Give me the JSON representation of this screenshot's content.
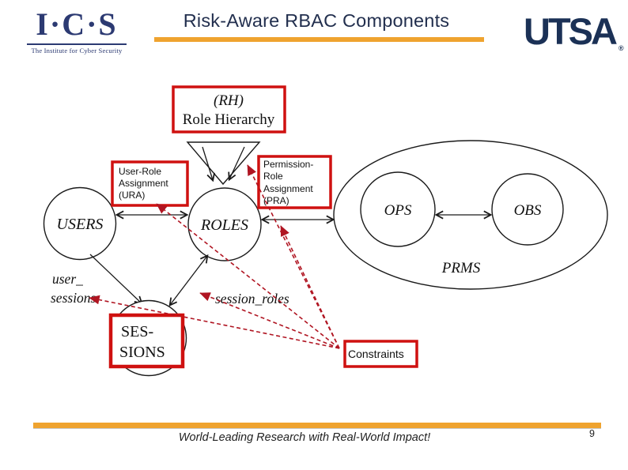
{
  "header": {
    "ics_logo": {
      "acronym": "I·C·S",
      "tagline": "The Institute for Cyber Security"
    },
    "title": "Risk-Aware RBAC Components",
    "utsa_logo": {
      "text": "UTSA",
      "registered": "®"
    }
  },
  "diagram": {
    "rh_box": {
      "line1": "(RH)",
      "line2": "Role Hierarchy"
    },
    "ura_box": {
      "lines": [
        "User-Role",
        "Assignment",
        "(URA)"
      ]
    },
    "pra_box": {
      "lines": [
        "Permission-",
        "Role",
        "Assignment",
        "(PRA)"
      ]
    },
    "users_label": "USERS",
    "roles_label": "ROLES",
    "sessions_box": {
      "line1": "SES-",
      "line2": "SIONS"
    },
    "ops_label": "OPS",
    "obs_label": "OBS",
    "prms_label": "PRMS",
    "user_sessions_label": {
      "line1": "user_",
      "line2": "sessions"
    },
    "session_roles_label": "session_roles",
    "constraints_label": "Constraints",
    "colors": {
      "red_box_border": "#cf1110",
      "constraint_dashed": "#b01522",
      "accent_orange": "#efa32f",
      "navy": "#222f4e",
      "line_black": "#1a1a1a"
    }
  },
  "footer": {
    "tagline": "World-Leading Research with Real-World Impact!",
    "page_number": "9"
  }
}
